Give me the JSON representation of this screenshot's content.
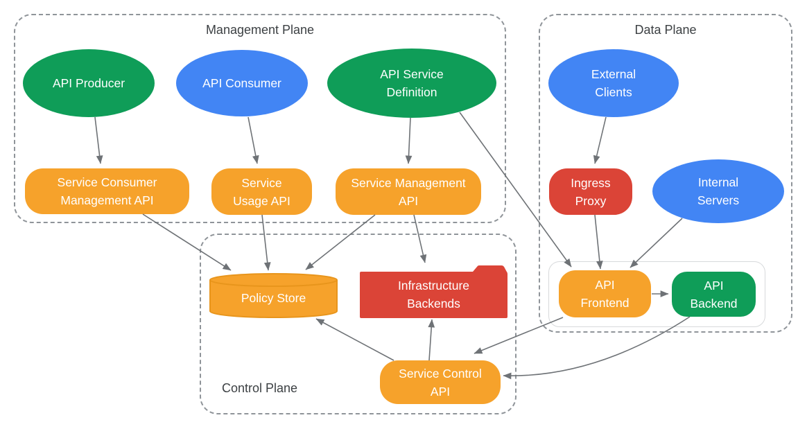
{
  "colors": {
    "green": "#0F9D58",
    "blue": "#4285F4",
    "red": "#DB4437",
    "orange": "#F6A22B",
    "orange_stroke": "#E8951C",
    "arrow": "#6E7276",
    "plane_border": "#8F9499",
    "plane_title": "#3C4043",
    "group_border": "#D7D9DB"
  },
  "planes": {
    "management": {
      "title": "Management Plane"
    },
    "data": {
      "title": "Data Plane"
    },
    "control": {
      "title": "Control Plane"
    }
  },
  "nodes": {
    "api_producer": {
      "label": "API Producer",
      "shape": "ellipse",
      "color": "green"
    },
    "api_consumer": {
      "label": "API Consumer",
      "shape": "ellipse",
      "color": "blue"
    },
    "api_service_definition": {
      "label": "API Service Definition",
      "shape": "ellipse",
      "color": "green"
    },
    "service_consumer_management_api": {
      "label": "Service Consumer Management API",
      "shape": "rounded-rect",
      "color": "orange"
    },
    "service_usage_api": {
      "label": "Service Usage API",
      "shape": "rounded-rect",
      "color": "orange"
    },
    "service_management_api": {
      "label": "Service Management API",
      "shape": "rounded-rect",
      "color": "orange"
    },
    "external_clients": {
      "label": "External Clients",
      "shape": "ellipse",
      "color": "blue"
    },
    "ingress_proxy": {
      "label": "Ingress Proxy",
      "shape": "rounded-rect",
      "color": "red"
    },
    "internal_servers": {
      "label": "Internal Servers",
      "shape": "ellipse",
      "color": "blue"
    },
    "api_frontend": {
      "label": "API Frontend",
      "shape": "rounded-rect",
      "color": "orange"
    },
    "api_backend": {
      "label": "API Backend",
      "shape": "rounded-rect",
      "color": "green"
    },
    "policy_store": {
      "label": "Policy Store",
      "shape": "cylinder",
      "color": "orange"
    },
    "infrastructure_backends": {
      "label": "Infrastructure Backends",
      "shape": "folder",
      "color": "red"
    },
    "service_control_api": {
      "label": "Service Control API",
      "shape": "rounded-rect",
      "color": "orange"
    }
  },
  "edges": [
    {
      "from": "api_producer",
      "to": "service_consumer_management_api"
    },
    {
      "from": "api_consumer",
      "to": "service_usage_api"
    },
    {
      "from": "api_service_definition",
      "to": "service_management_api"
    },
    {
      "from": "api_service_definition",
      "to": "api_frontend"
    },
    {
      "from": "service_consumer_management_api",
      "to": "policy_store"
    },
    {
      "from": "service_usage_api",
      "to": "policy_store"
    },
    {
      "from": "service_management_api",
      "to": "policy_store"
    },
    {
      "from": "service_management_api",
      "to": "infrastructure_backends"
    },
    {
      "from": "external_clients",
      "to": "ingress_proxy"
    },
    {
      "from": "ingress_proxy",
      "to": "api_frontend"
    },
    {
      "from": "internal_servers",
      "to": "api_frontend"
    },
    {
      "from": "api_frontend",
      "to": "api_backend"
    },
    {
      "from": "api_frontend",
      "to": "service_control_api"
    },
    {
      "from": "api_backend",
      "to": "service_control_api"
    },
    {
      "from": "service_control_api",
      "to": "policy_store"
    },
    {
      "from": "service_control_api",
      "to": "infrastructure_backends"
    }
  ]
}
